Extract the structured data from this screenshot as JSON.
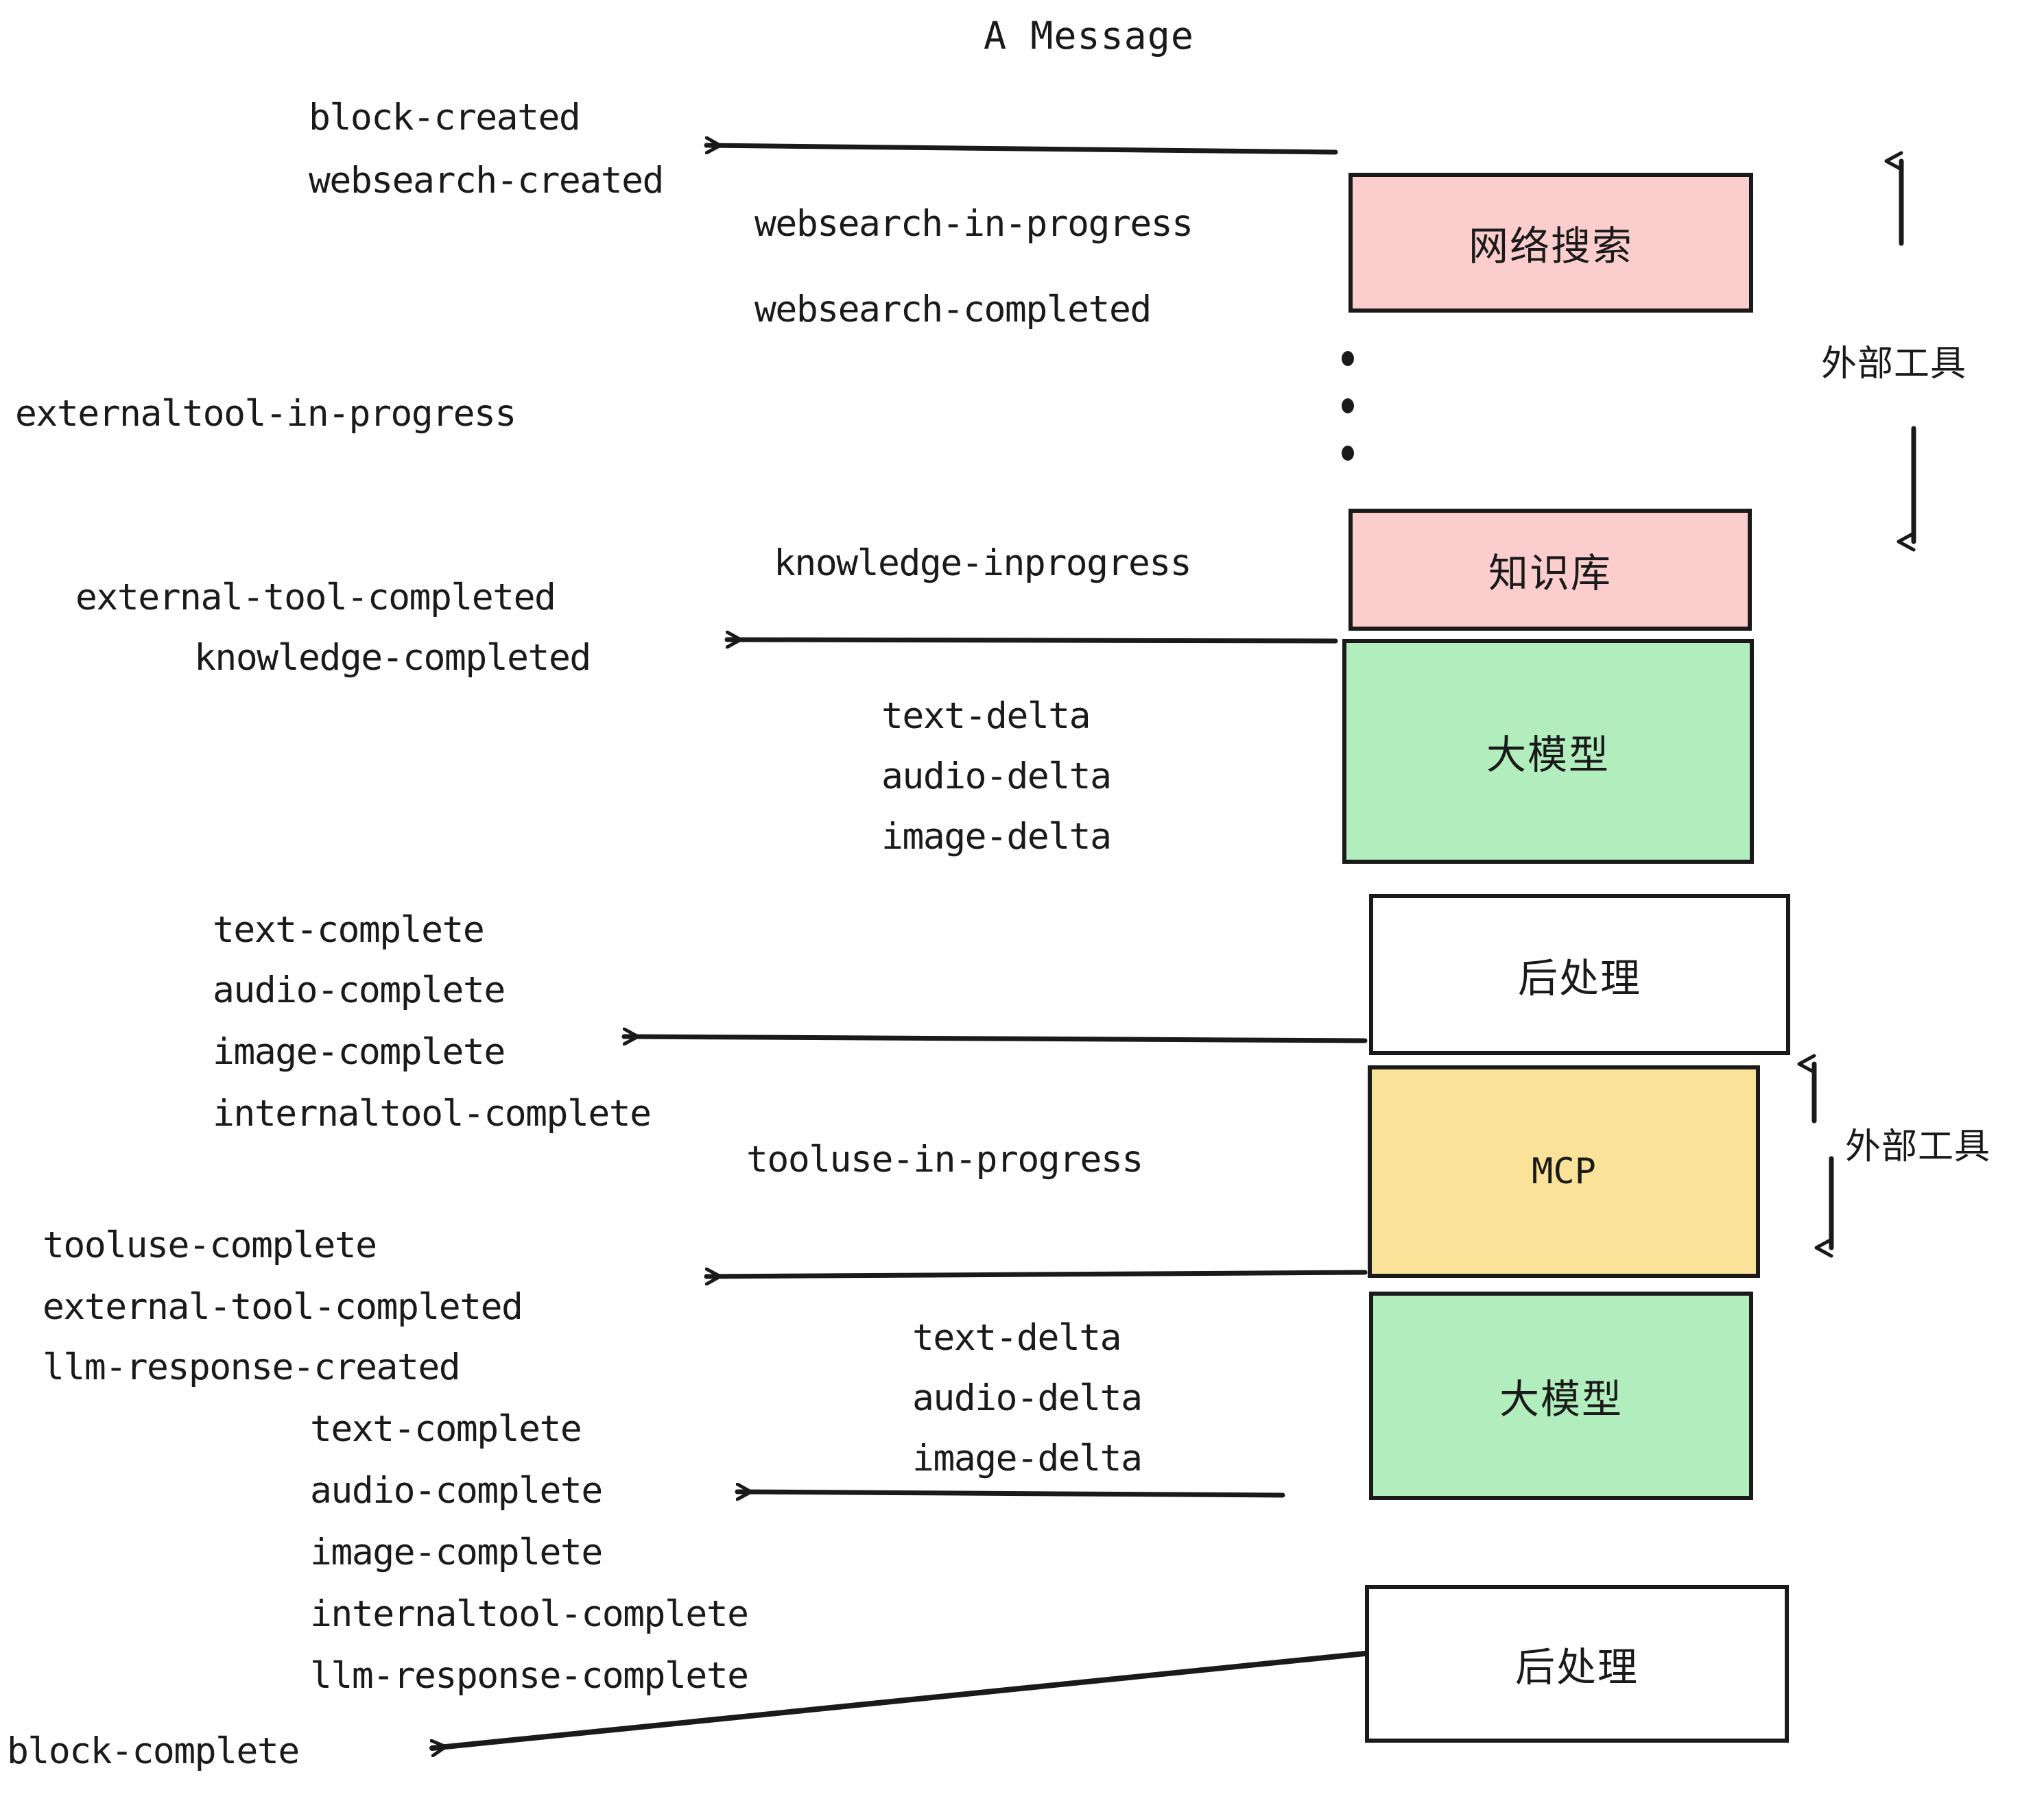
{
  "title": "A Message",
  "colors": {
    "stroke": "#1a1a1a",
    "pink": "#fbcdcd",
    "green": "#b1edbd",
    "yellow": "#fae399",
    "white": "#ffffff",
    "text": "#1a1a1a"
  },
  "nodes": [
    {
      "id": "websearch",
      "label": "网络搜索",
      "fill": "#fbcdcd",
      "lang": "cn"
    },
    {
      "id": "knowledge",
      "label": "知识库",
      "fill": "#fbcdcd",
      "lang": "cn"
    },
    {
      "id": "llm-1",
      "label": "大模型",
      "fill": "#b1edbd",
      "lang": "cn"
    },
    {
      "id": "postprocess-1",
      "label": "后处理",
      "fill": "#ffffff",
      "lang": "cn"
    },
    {
      "id": "mcp",
      "label": "MCP",
      "fill": "#fae399",
      "lang": "en"
    },
    {
      "id": "llm-2",
      "label": "大模型",
      "fill": "#b1edbd",
      "lang": "cn"
    },
    {
      "id": "postprocess-2",
      "label": "后处理",
      "fill": "#ffffff",
      "lang": "cn"
    }
  ],
  "side_labels": [
    {
      "id": "external-tools-top",
      "text": "外部工具"
    },
    {
      "id": "external-tools-bottom",
      "text": "外部工具"
    }
  ],
  "events": [
    {
      "id": "block-created",
      "text": "block-created"
    },
    {
      "id": "websearch-created",
      "text": "websearch-created"
    },
    {
      "id": "websearch-in-progress",
      "text": "websearch-in-progress"
    },
    {
      "id": "websearch-completed",
      "text": "websearch-completed"
    },
    {
      "id": "externaltool-in-progress",
      "text": "externaltool-in-progress"
    },
    {
      "id": "knowledge-inprogress",
      "text": "knowledge-inprogress"
    },
    {
      "id": "external-tool-completed-1",
      "text": "external-tool-completed"
    },
    {
      "id": "knowledge-completed",
      "text": "knowledge-completed"
    },
    {
      "id": "text-delta-1",
      "text": "text-delta"
    },
    {
      "id": "audio-delta-1",
      "text": "audio-delta"
    },
    {
      "id": "image-delta-1",
      "text": "image-delta"
    },
    {
      "id": "text-complete-1",
      "text": "text-complete"
    },
    {
      "id": "audio-complete-1",
      "text": "audio-complete"
    },
    {
      "id": "image-complete-1",
      "text": "image-complete"
    },
    {
      "id": "internaltool-complete-1",
      "text": "internaltool-complete"
    },
    {
      "id": "tooluse-in-progress",
      "text": "tooluse-in-progress"
    },
    {
      "id": "tooluse-complete",
      "text": "tooluse-complete"
    },
    {
      "id": "external-tool-completed-2",
      "text": "external-tool-completed"
    },
    {
      "id": "llm-response-created",
      "text": "llm-response-created"
    },
    {
      "id": "text-delta-2",
      "text": "text-delta"
    },
    {
      "id": "audio-delta-2",
      "text": "audio-delta"
    },
    {
      "id": "image-delta-2",
      "text": "image-delta"
    },
    {
      "id": "text-complete-2",
      "text": "text-complete"
    },
    {
      "id": "audio-complete-2",
      "text": "audio-complete"
    },
    {
      "id": "image-complete-2",
      "text": "image-complete"
    },
    {
      "id": "internaltool-complete-2",
      "text": "internaltool-complete"
    },
    {
      "id": "llm-response-complete",
      "text": "llm-response-complete"
    },
    {
      "id": "block-complete",
      "text": "block-complete"
    }
  ]
}
